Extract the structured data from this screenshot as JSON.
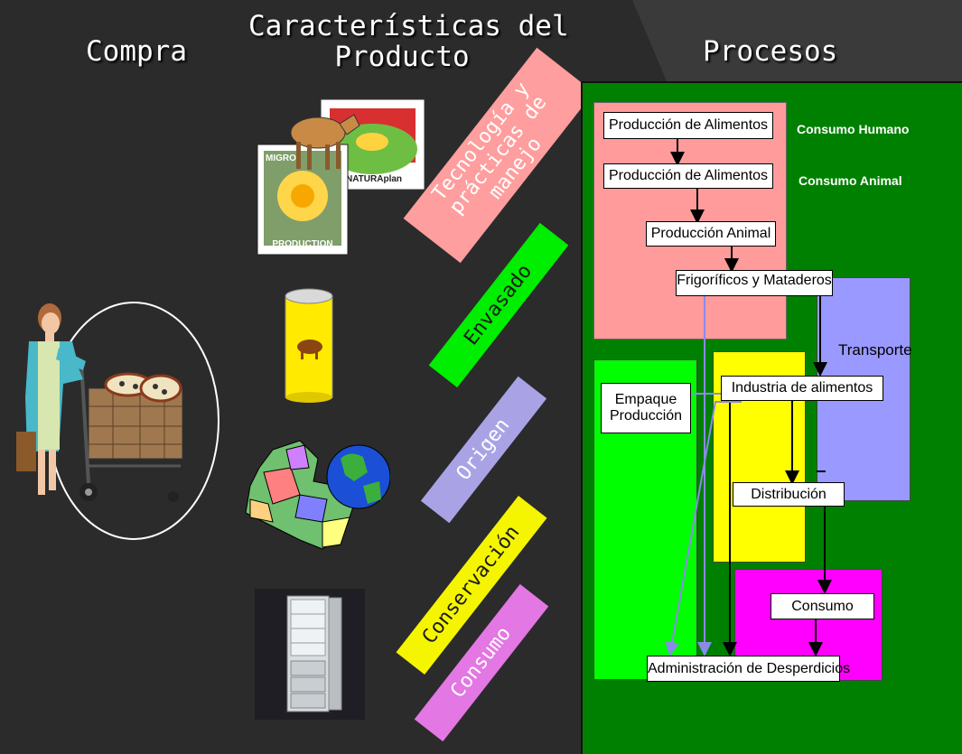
{
  "headings": {
    "compra": "Compra",
    "caracteristicas": "Características del Producto",
    "caracteristicas_l1": "Características del",
    "caracteristicas_l2": "Producto",
    "procesos": "Procesos"
  },
  "bands": [
    {
      "text": "Tecnología y prácticas de manejo",
      "color": "#ff9e9e",
      "text_color": "#ffffff"
    },
    {
      "text": "Envasado",
      "color": "#00ee00",
      "text_color": "#1a1a1a"
    },
    {
      "text": "Origen",
      "color": "#a9a3e6",
      "text_color": "#ffffff"
    },
    {
      "text": "Conservación",
      "color": "#f5f500",
      "text_color": "#1a1a1a"
    },
    {
      "text": "Consumo",
      "color": "#e377e3",
      "text_color": "#ffffff"
    }
  ],
  "logo_text": {
    "production": "PRODUCTION",
    "migros": "MIGRO",
    "natura": "NATURAplan"
  },
  "processes": {
    "colors": {
      "panel": "#008000",
      "production_zone": "#ff9b9b",
      "packaging_zone": "#00ff00",
      "industry_zone": "#ffff00",
      "transport_zone": "#9999ff",
      "consumption_zone": "#ff00ff"
    },
    "boxes": {
      "prod_humano": "Producción de Alimentos",
      "prod_animal_food": "Producción de Alimentos",
      "prod_animal": "Producción Animal",
      "frigorificos": "Frigoríficos y Mataderos",
      "empaque": "Empaque Producción",
      "industria": "Industria de alimentos",
      "distribucion": "Distribución",
      "consumo": "Consumo",
      "desperdicios": "Administración de Desperdicios"
    },
    "labels": {
      "consumo_humano": "Consumo Humano",
      "consumo_animal": "Consumo Animal",
      "transporte": "Transporte"
    }
  }
}
